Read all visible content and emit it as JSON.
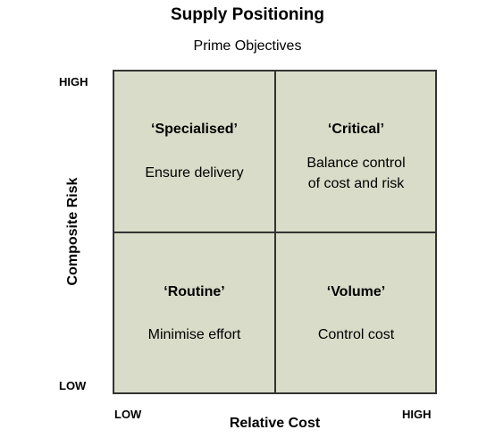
{
  "diagram": {
    "title": "Supply Positioning",
    "subtitle": "Prime Objectives",
    "x_axis": {
      "title": "Relative Cost",
      "low": "LOW",
      "high": "HIGH"
    },
    "y_axis": {
      "title": "Composite Risk",
      "low": "LOW",
      "high": "HIGH"
    },
    "quadrants": {
      "top_left": {
        "name": "‘Specialised’",
        "objective_lines": [
          "Ensure delivery"
        ]
      },
      "top_right": {
        "name": "‘Critical’",
        "objective_lines": [
          "Balance control",
          "of cost and risk"
        ]
      },
      "bottom_left": {
        "name": "‘Routine’",
        "objective_lines": [
          "Minimise effort"
        ]
      },
      "bottom_right": {
        "name": "‘Volume’",
        "objective_lines": [
          "Control cost"
        ]
      }
    },
    "colors": {
      "quadrant_fill": "#d9dcc8",
      "grid_line": "#333333"
    }
  }
}
